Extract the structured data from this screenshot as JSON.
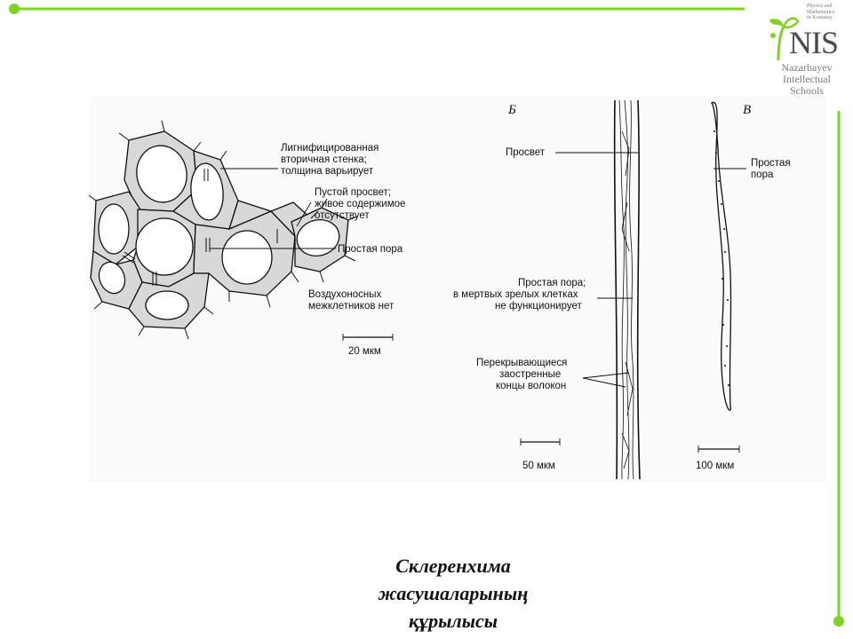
{
  "logo": {
    "small_text": [
      "Physics and",
      "Mathematics",
      "in Kostanay"
    ],
    "acronym": "NIS",
    "name_lines": [
      "Nazarbayev",
      "Intellectual",
      "Schools"
    ]
  },
  "figure": {
    "panel_a": {
      "labels": {
        "wall_line1": "Лигнифицированная",
        "wall_line2": "вторичная стенка;",
        "wall_line3": "толщина варьирует",
        "lumen_line1": "Пустой просвет;",
        "lumen_line2": "живое содержимое",
        "lumen_line3": "отсутствует",
        "pore": "Простая пора",
        "air_line1": "Воздухоносных",
        "air_line2": "межклетников нет",
        "scale": "20 мкм"
      }
    },
    "panel_b": {
      "letter": "Б",
      "labels": {
        "lumen": "Просвет",
        "pore_line1": "Простая пора;",
        "pore_line2": "в мертвых зрелых клетках",
        "pore_line3": "не функционирует",
        "ends_line1": "Перекрывающиеся",
        "ends_line2": "заостренные",
        "ends_line3": "концы волокон",
        "scale": "50 мкм"
      }
    },
    "panel_c": {
      "letter": "В",
      "labels": {
        "pore_line1": "Простая",
        "pore_line2": "пора",
        "scale": "100 мкм"
      }
    }
  },
  "caption": {
    "line1": "Склеренхима",
    "line2": "жасушаларының",
    "line3": "құрылысы"
  },
  "colors": {
    "accent_green": "#7ed321",
    "cell_wall_fill": "#d8d8d8",
    "logo_gray": "#7a7a7a"
  }
}
